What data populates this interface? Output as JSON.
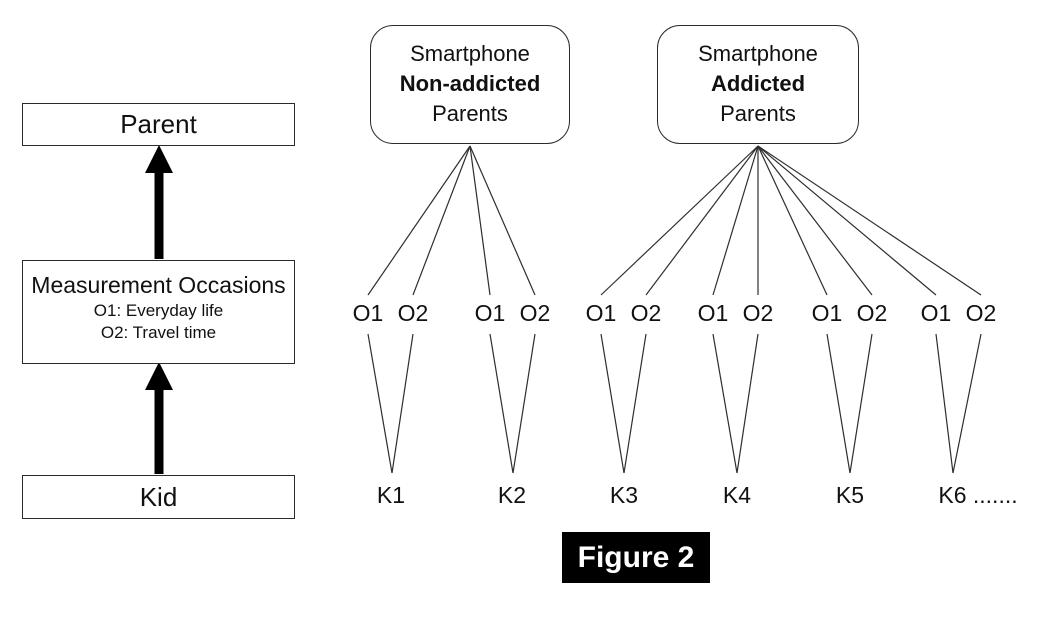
{
  "figure": {
    "caption": "Figure 2"
  },
  "left_panel": {
    "parent_label": "Parent",
    "measurement": {
      "title": "Measurement Occasions",
      "o1_desc": "O1: Everyday life",
      "o2_desc": "O2: Travel time"
    },
    "kid_label": "Kid"
  },
  "clusters": [
    {
      "line1": "Smartphone",
      "line2": "Non-addicted",
      "line3": "Parents"
    },
    {
      "line1": "Smartphone",
      "line2": "Addicted",
      "line3": "Parents"
    }
  ],
  "units": [
    {
      "o1": "O1",
      "o2": "O2",
      "kid": "K1"
    },
    {
      "o1": "O1",
      "o2": "O2",
      "kid": "K2"
    },
    {
      "o1": "O1",
      "o2": "O2",
      "kid": "K3"
    },
    {
      "o1": "O1",
      "o2": "O2",
      "kid": "K4"
    },
    {
      "o1": "O1",
      "o2": "O2",
      "kid": "K5"
    },
    {
      "o1": "O1",
      "o2": "O2",
      "kid": "K6 ......."
    }
  ],
  "colors": {
    "line": "#2e2e2e",
    "box_border": "#2b2b2b",
    "caption_bg": "#000000",
    "caption_text": "#ffffff"
  }
}
